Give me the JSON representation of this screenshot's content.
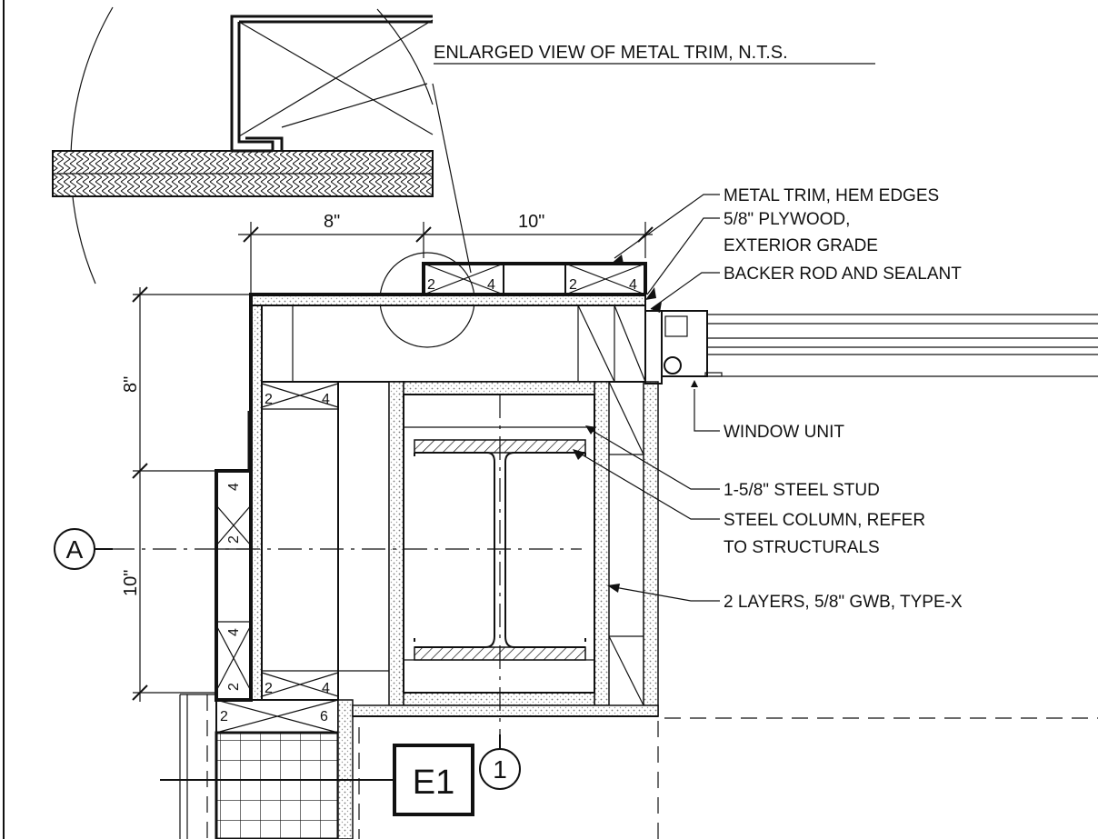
{
  "title": "ENLARGED VIEW OF METAL TRIM, N.T.S.",
  "notes": {
    "metal_trim": "METAL TRIM, HEM EDGES",
    "plywood_1": "5/8\" PLYWOOD,",
    "plywood_2": "EXTERIOR GRADE",
    "backer_rod": "BACKER ROD AND SEALANT",
    "window_unit": "WINDOW UNIT",
    "steel_stud": "1-5/8\" STEEL STUD",
    "steel_column_1": "STEEL COLUMN, REFER",
    "steel_column_2": "TO STRUCTURALS",
    "gwb": "2 LAYERS, 5/8\" GWB, TYPE-X"
  },
  "dimensions": {
    "top_left": "8\"",
    "top_right": "10\"",
    "side_upper": "8\"",
    "side_lower": "10\""
  },
  "lumber_labels": {
    "two": "2",
    "four": "4",
    "six": "6"
  },
  "tags": {
    "grid_a": "A",
    "grid_1": "1",
    "elevation": "E1"
  },
  "colors": {
    "line": "#111111",
    "background": "#ffffff",
    "stipple": "#b8b8b8"
  }
}
